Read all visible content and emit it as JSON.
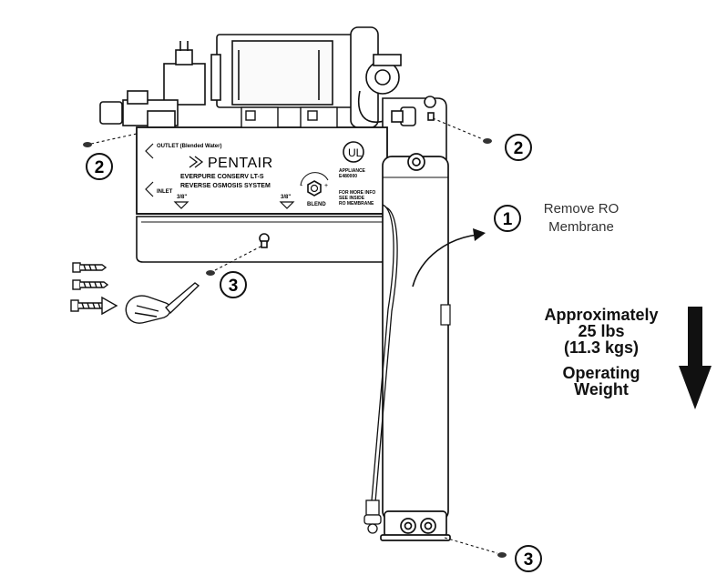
{
  "panel": {
    "outlet_label": "OUTLET (Blended Water)",
    "brand": "PENTAIR",
    "product_line1": "EVERPURE   CONSERV LT-S",
    "product_line2": "REVERSE OSMOSIS SYSTEM",
    "inlet_label": "INLET",
    "ul_mark": "UL",
    "listing_line1": "APPLIANCE",
    "listing_line2": "E480000",
    "info_line1": "FOR MORE INFO",
    "info_line2": "SEE INSIDE",
    "info_line3": "RO MEMBRANE",
    "port_left": "3/8\"",
    "port_right": "3/8\"",
    "blend_label": "BLEND",
    "blend_minus": "-",
    "blend_plus": "+"
  },
  "callouts": {
    "c1": "1",
    "c2_left": "2",
    "c2_right": "2",
    "c3_mid": "3",
    "c3_bottom": "3"
  },
  "notes": {
    "remove_line1": "Remove RO",
    "remove_line2": "Membrane",
    "weight_line1": "Approximately",
    "weight_line2": "25 lbs",
    "weight_line3": "(11.3 kgs)",
    "weight_line4": "Operating",
    "weight_line5": "Weight"
  }
}
